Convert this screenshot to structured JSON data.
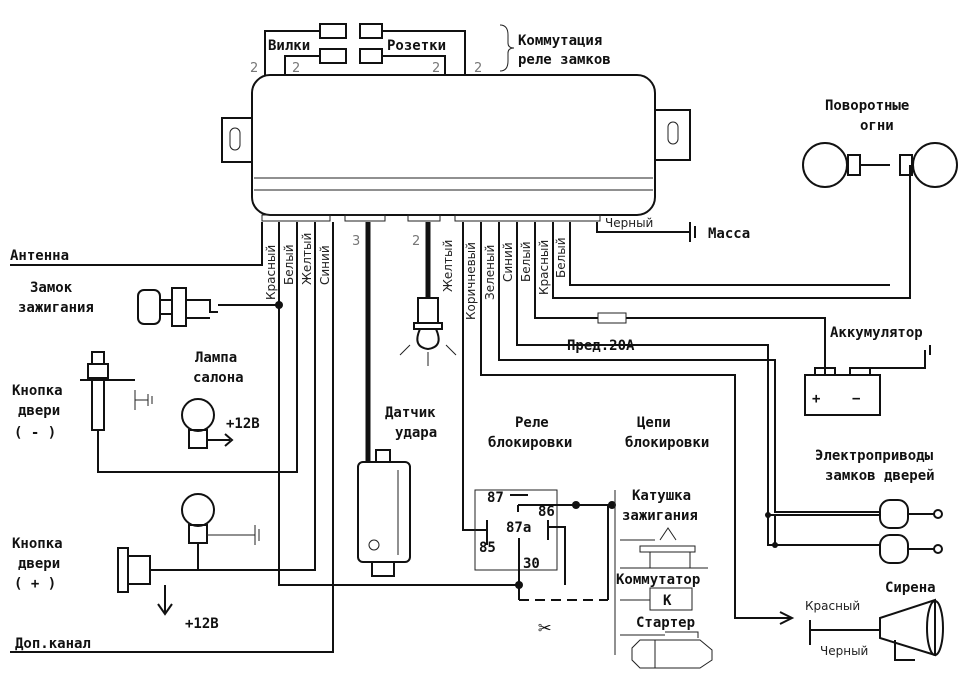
{
  "top": {
    "plugs": "Вилки",
    "sockets": "Розетки",
    "switching_line1": "Коммутация",
    "switching_line2": "реле замков",
    "pin_count": "2"
  },
  "labels": {
    "antenna": "Антенна",
    "ignition_lock_1": "Замок",
    "ignition_lock_2": "зажигания",
    "cabin_lamp_1": "Лампа",
    "cabin_lamp_2": "салона",
    "door_btn_minus_1": "Кнопка",
    "door_btn_minus_2": "двери",
    "door_btn_minus_3": "( - )",
    "door_btn_plus_1": "Кнопка",
    "door_btn_plus_2": "двери",
    "door_btn_plus_3": "( + )",
    "plus12_a": "+12В",
    "plus12_b": "+12В",
    "aux_channel": "Доп.канал",
    "shock_sensor_1": "Датчик",
    "shock_sensor_2": "удара",
    "relay_1": "Реле",
    "relay_2": "блокировки",
    "circuits_1": "Цепи",
    "circuits_2": "блокировки",
    "coil_1": "Катушка",
    "coil_2": "зажигания",
    "commutator": "Коммутатор",
    "commutator_letter": "К",
    "starter": "Стартер",
    "turn_lights_1": "Поворотные",
    "turn_lights_2": "огни",
    "ground": "Масса",
    "battery": "Аккумулятор",
    "battery_plus": "+",
    "battery_minus": "−",
    "fuse": "Пред.20А",
    "actuators_1": "Электроприводы",
    "actuators_2": "замков дверей",
    "siren": "Сирена",
    "sensor_pins": "3",
    "lamp_pins": "2"
  },
  "relay_pins": [
    "87",
    "86",
    "87a",
    "85",
    "30"
  ],
  "wire_colors": {
    "left": [
      "Красный",
      "Белый",
      "Желтый",
      "Синий"
    ],
    "lamp": "Желтый",
    "right": [
      "Коричневый",
      "Зеленый",
      "Синий",
      "Белый",
      "Красный",
      "Белый"
    ],
    "ground": "Черный",
    "siren_red": "Красный",
    "siren_black": "Черный"
  }
}
